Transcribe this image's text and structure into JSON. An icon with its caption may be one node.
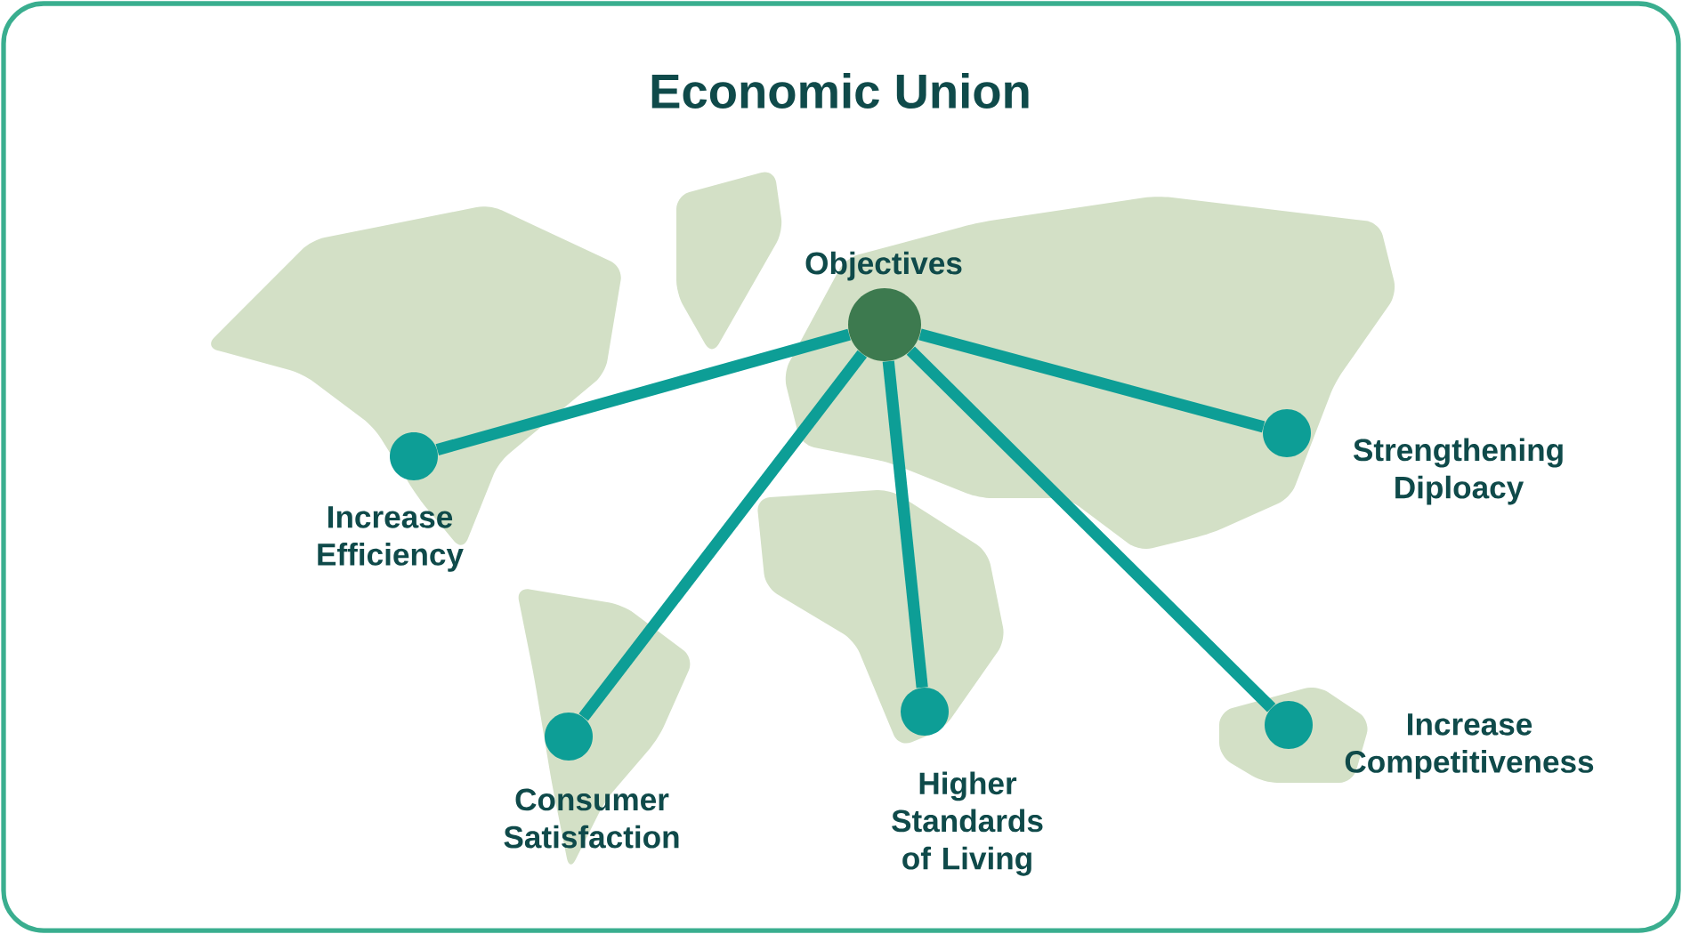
{
  "diagram": {
    "title": "Economic Union",
    "nodes": [
      {
        "text": [
          "Objectives"
        ]
      },
      {
        "text": [
          "Increase Efficiency"
        ]
      },
      {
        "text": [
          "Consumer Satisfaction"
        ]
      },
      {
        "text": [
          "Higher Standards of Living"
        ]
      },
      {
        "text": [
          "Increase Competitiveness"
        ]
      },
      {
        "text": [
          "Strengthening Diploacy"
        ]
      }
    ],
    "edges": [
      {
        "from": 0,
        "to": 1,
        "arrow": "none"
      },
      {
        "from": 0,
        "to": 2,
        "arrow": "none"
      },
      {
        "from": 0,
        "to": 3,
        "arrow": "none"
      },
      {
        "from": 0,
        "to": 4,
        "arrow": "none"
      },
      {
        "from": 0,
        "to": 5,
        "arrow": "none"
      }
    ]
  }
}
